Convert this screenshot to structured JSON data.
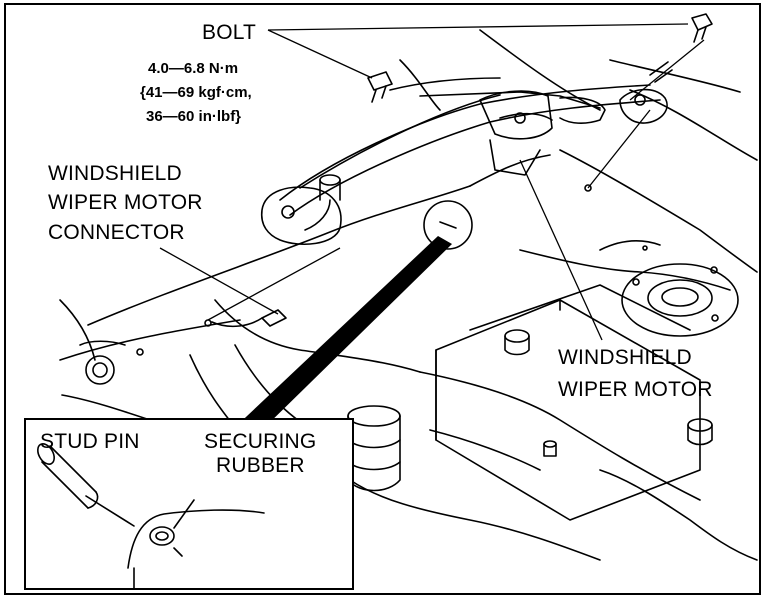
{
  "labels": {
    "bolt": "BOLT",
    "torque": {
      "line1": "4.0—6.8 N·m",
      "line2": "{41—69 kgf·cm,",
      "line3": "36—60 in·lbf}"
    },
    "connector": {
      "line1": "WINDSHIELD",
      "line2": "WIPER MOTOR",
      "line3": "CONNECTOR"
    },
    "motor": {
      "line1": "WINDSHIELD",
      "line2": "WIPER MOTOR"
    },
    "inset": {
      "stud_pin": "STUD PIN",
      "securing_rubber_line1": "SECURING",
      "securing_rubber_line2": "RUBBER"
    }
  },
  "colors": {
    "line": "#000000",
    "background": "#ffffff"
  }
}
